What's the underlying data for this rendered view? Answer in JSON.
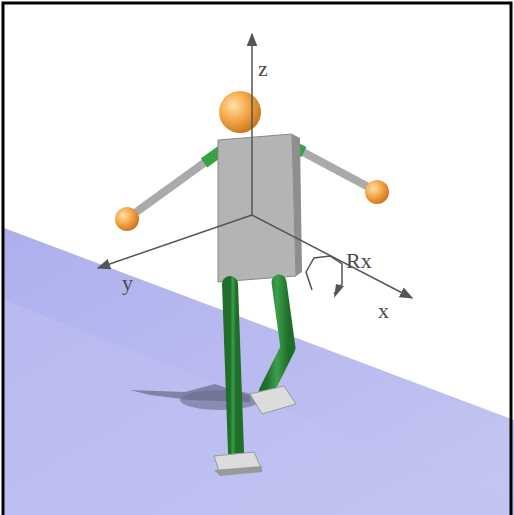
{
  "diagram": {
    "labels": [
      "z",
      "y",
      "x",
      "Rx"
    ]
  }
}
